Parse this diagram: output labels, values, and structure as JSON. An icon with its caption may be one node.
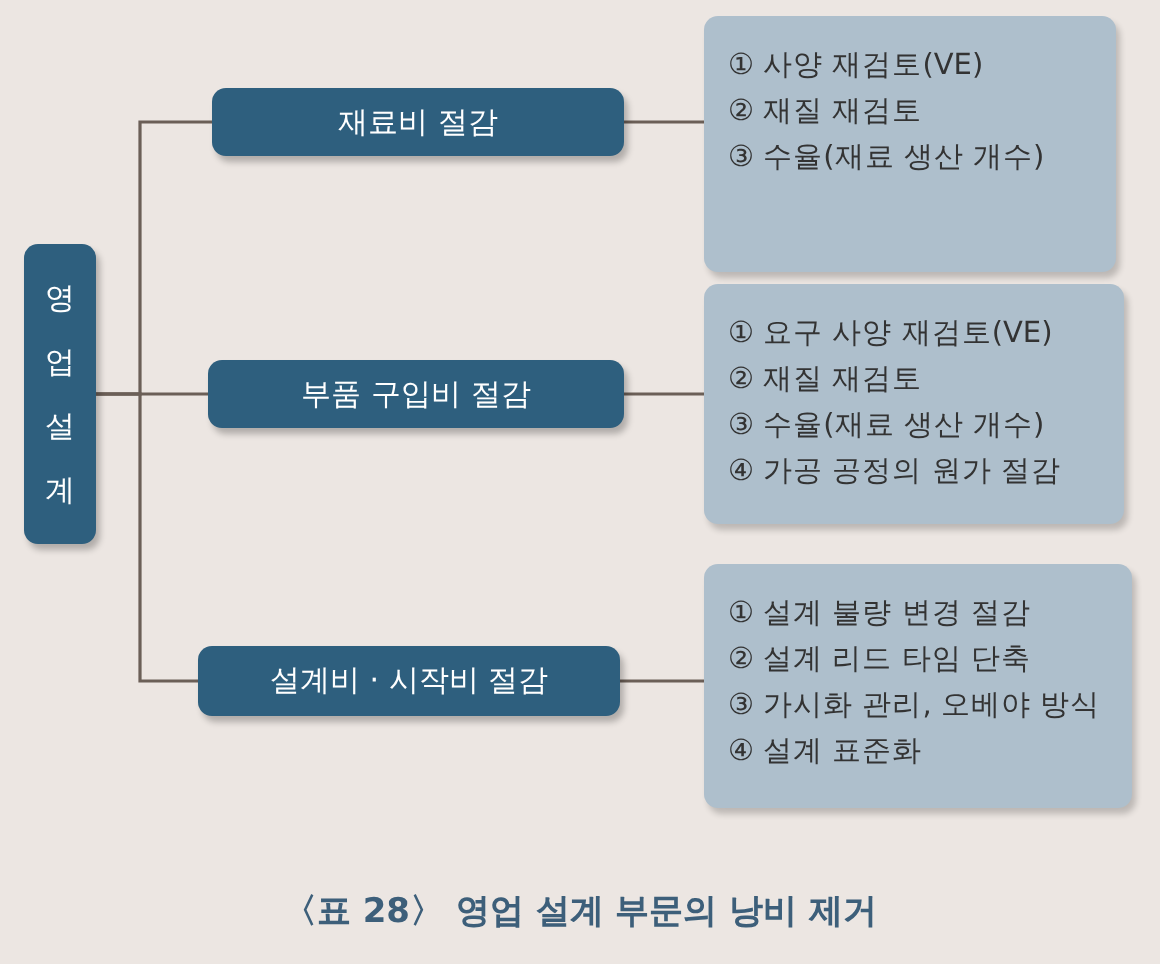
{
  "diagram": {
    "caption": "〈표 28〉 영업 설계 부문의 낭비 제거",
    "nodes": [
      {
        "text": [
          "영업 설계"
        ]
      },
      {
        "text": [
          "재료비 절감"
        ]
      },
      {
        "text": [
          "부품 구입비 절감"
        ]
      },
      {
        "text": [
          "설계비 · 시작비 절감"
        ]
      },
      {
        "text": [
          "① 사양 재검토(VE)",
          "② 재질 재검토",
          "③ 수율(재료 생산 개수)"
        ]
      },
      {
        "text": [
          "① 요구 사양 재검토(VE)",
          "② 재질 재검토",
          "③ 수율(재료 생산 개수)",
          "④ 가공 공정의 원가 절감"
        ]
      },
      {
        "text": [
          "① 설계 불량 변경 절감",
          "② 설계 리드 타임 단축",
          "③ 가시화 관리, 오베야 방식",
          "④ 설계 표준화"
        ]
      }
    ],
    "edges": [
      {
        "from": 0,
        "to": 1,
        "arrow": "none"
      },
      {
        "from": 0,
        "to": 2,
        "arrow": "none"
      },
      {
        "from": 0,
        "to": 3,
        "arrow": "none"
      },
      {
        "from": 1,
        "to": 4,
        "arrow": "none"
      },
      {
        "from": 2,
        "to": 5,
        "arrow": "none"
      },
      {
        "from": 3,
        "to": 6,
        "arrow": "none"
      }
    ]
  }
}
